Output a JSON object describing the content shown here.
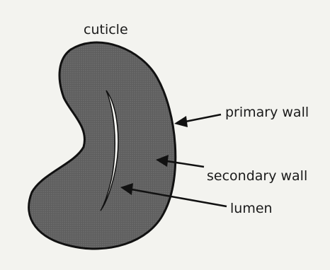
{
  "labels": {
    "cuticle": "cuticle",
    "primary_wall": "primary wall",
    "secondary_wall": "secondary wall",
    "lumen": "lumen"
  },
  "colors": {
    "background": "#f3f3ef",
    "fiber_fill": "#5e5e5e",
    "fiber_edge": "#111111",
    "lumen_fill": "#f8f8f4",
    "text": "#1a1a1a"
  }
}
